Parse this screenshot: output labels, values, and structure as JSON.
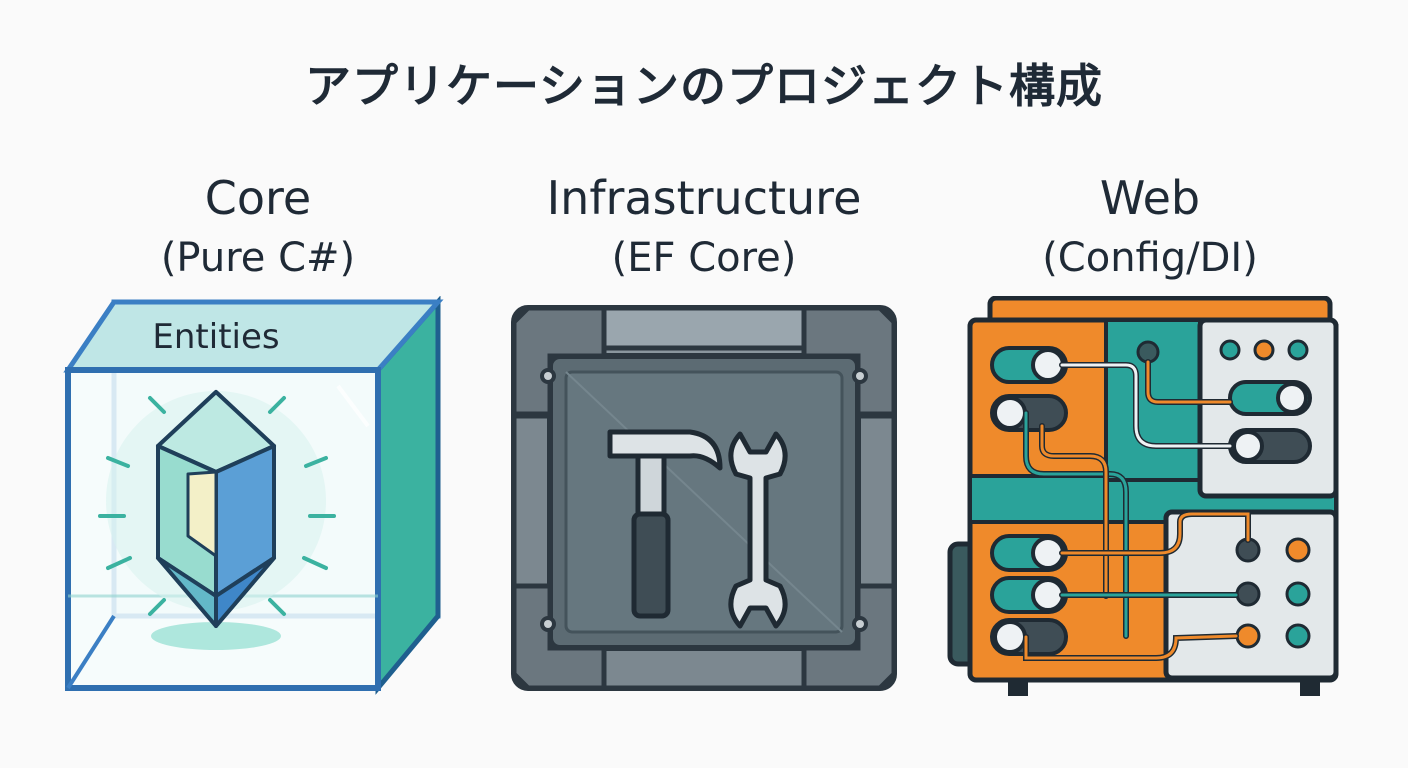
{
  "title": "アプリケーションのプロジェクト構成",
  "columns": [
    {
      "name": "Core",
      "subtitle": "(Pure C#)",
      "inner_label": "Entities",
      "icon": "crystal-in-glass-box-icon"
    },
    {
      "name": "Infrastructure",
      "subtitle": "(EF Core)",
      "icon": "toolbox-hammer-wrench-icon"
    },
    {
      "name": "Web",
      "subtitle": "(Config/DI)",
      "icon": "circuit-board-switches-icon"
    }
  ],
  "colors": {
    "dark": "#1f2a36",
    "glass_teal": "#3bb2a0",
    "glass_blue": "#3b7fc4",
    "steel": "#7d8a93",
    "steel_dark": "#4e5b63",
    "orange": "#ef8a2b",
    "teal": "#2aa39a"
  }
}
